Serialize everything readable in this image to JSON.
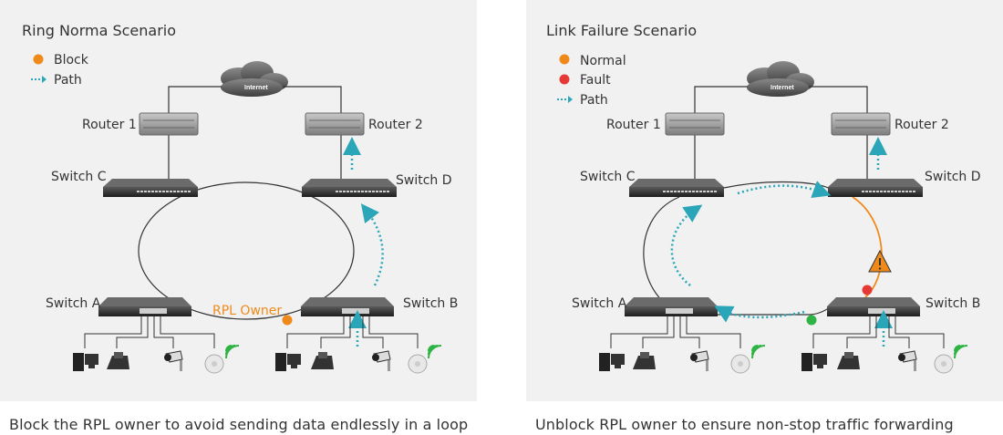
{
  "colors": {
    "block": "#ef8a1a",
    "normal": "#ef8a1a",
    "fault": "#e53935",
    "path": "#2aa6b8",
    "ok": "#2fb344",
    "wifi": "#2fb344",
    "line": "#333333"
  },
  "scenarios": [
    {
      "title": "Ring Norma Scenario",
      "legend": [
        {
          "icon": "orange-dot-icon",
          "label": "Block"
        },
        {
          "icon": "dotted-arrow-icon",
          "label": "Path"
        }
      ],
      "cloud": "Internet",
      "routers": [
        "Router 1",
        "Router 2"
      ],
      "switches": {
        "c": "Switch C",
        "d": "Switch D",
        "a": "Switch A",
        "b": "Switch B"
      },
      "rpl_label": "RPL Owner",
      "caption": "Block the RPL owner to avoid sending data endlessly in a loop"
    },
    {
      "title": "Link Failure Scenario",
      "legend": [
        {
          "icon": "orange-dot-icon",
          "label": "Normal"
        },
        {
          "icon": "red-dot-icon",
          "label": "Fault"
        },
        {
          "icon": "dotted-arrow-icon",
          "label": "Path"
        }
      ],
      "cloud": "Internet",
      "routers": [
        "Router 1",
        "Router 2"
      ],
      "switches": {
        "c": "Switch C",
        "d": "Switch D",
        "a": "Switch A",
        "b": "Switch B"
      },
      "caption": "Unblock RPL owner to ensure non-stop traffic forwarding"
    }
  ]
}
